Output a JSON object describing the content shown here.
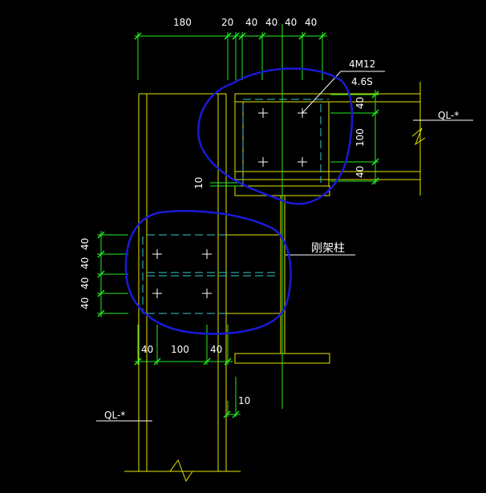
{
  "colors": {
    "background": "#000000",
    "structure": "#e6e600",
    "dimension": "#22ee22",
    "hidden_line": "#33cccc",
    "annotation": "#ffffff",
    "markup": "#1a1ad6"
  },
  "top_dims": [
    "180",
    "20",
    "40",
    "40",
    "40",
    "40"
  ],
  "right_dims": [
    "40",
    "100",
    "40"
  ],
  "left_dims": [
    "40",
    "40",
    "40",
    "40"
  ],
  "bottom_dims": [
    "40",
    "100",
    "40"
  ],
  "labels": {
    "bolt_spec": "4M12",
    "bolt_grade": "4.6S",
    "beam_ref_right": "QL-*",
    "beam_ref_left": "QL-*",
    "column": "刚架柱",
    "gap_top": "10",
    "gap_bottom": "10"
  }
}
